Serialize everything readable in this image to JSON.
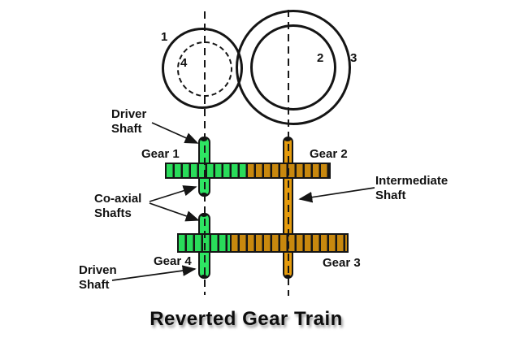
{
  "title": "Reverted Gear Train",
  "diagram": {
    "circle_labels": {
      "gear1": "1",
      "gear4": "4",
      "gear2": "2",
      "gear3": "3"
    },
    "gear_labels": {
      "gear1": "Gear 1",
      "gear2": "Gear 2",
      "gear3": "Gear 3",
      "gear4": "Gear 4"
    },
    "annotations": {
      "driver_shaft": "Driver Shaft",
      "coaxial_shafts": "Co-axial Shafts",
      "intermediate_shaft": "Intermediate Shaft",
      "driven_shaft": "Driven Shaft"
    }
  },
  "colors": {
    "gear-green": "#29dc5a",
    "gear-orange": "#c8880e",
    "shaft-green": "#2ee463",
    "shaft-orange": "#e59b0d"
  }
}
